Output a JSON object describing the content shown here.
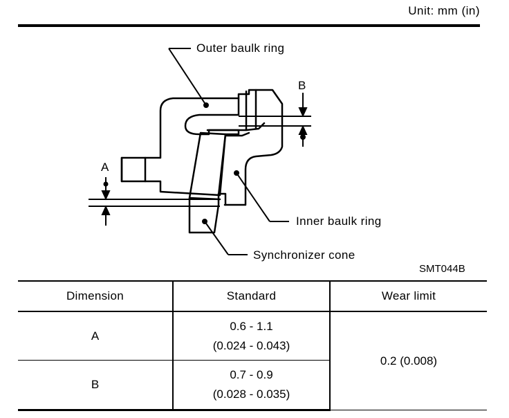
{
  "header": {
    "unit_label": "Unit: mm (in)"
  },
  "figure": {
    "callouts": {
      "outer_baulk_ring": "Outer baulk ring",
      "inner_baulk_ring": "Inner baulk ring",
      "synchronizer_cone": "Synchronizer cone"
    },
    "dim_a": "A",
    "dim_b": "B",
    "code": "SMT044B"
  },
  "table": {
    "headers": {
      "dimension": "Dimension",
      "standard": "Standard",
      "wear_limit": "Wear limit"
    },
    "rows": [
      {
        "dimension": "A",
        "standard_mm": "0.6 - 1.1",
        "standard_in": "(0.024 - 0.043)"
      },
      {
        "dimension": "B",
        "standard_mm": "0.7 - 0.9",
        "standard_in": "(0.028 - 0.035)"
      }
    ],
    "wear_limit": "0.2 (0.008)"
  }
}
